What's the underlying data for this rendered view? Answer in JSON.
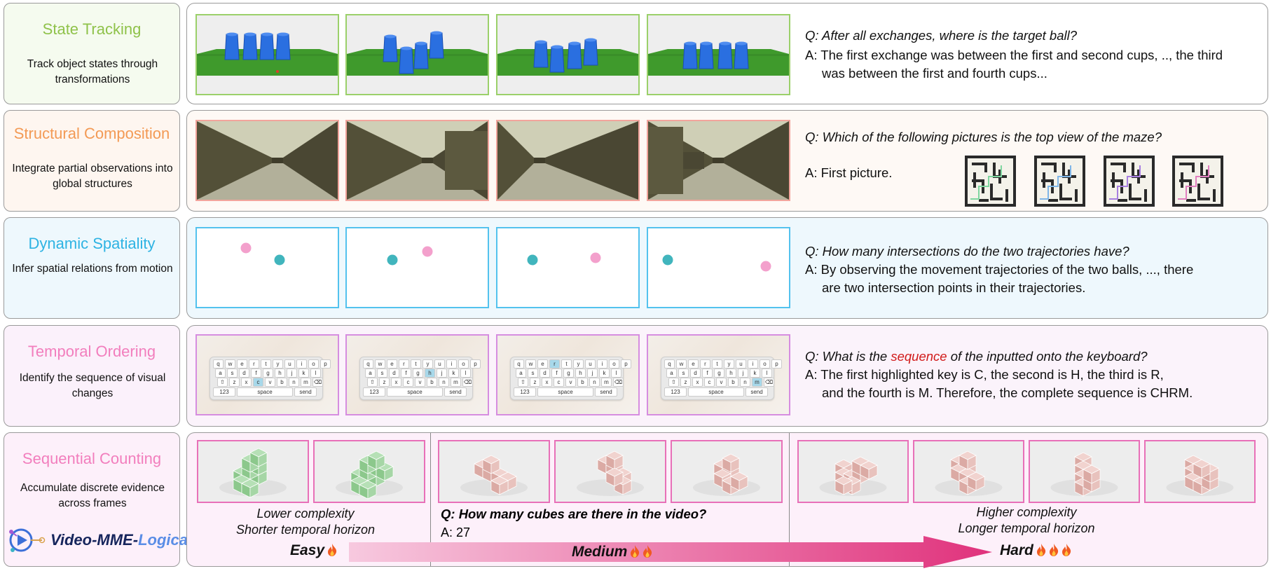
{
  "rows": [
    {
      "id": "state",
      "title": "State Tracking",
      "title_color": "#8fc24a",
      "desc": "Track object states through transformations",
      "border": "#9bd06a",
      "bg": "#f5fbef",
      "question": "Q: After all exchanges, where is the target ball?",
      "answer_line1": "A: The first exchange was between the first and second cups, .., the third",
      "answer_line2": "was between the first and fourth cups..."
    },
    {
      "id": "struct",
      "title": "Structural Composition",
      "title_color": "#f39a55",
      "desc": "Integrate partial observations into global structures",
      "border": "#f2a49c",
      "bg": "#fef6f0",
      "question": "Q: Which of the following pictures is the top view of the maze?",
      "answer_line1": "A: First picture."
    },
    {
      "id": "dynamic",
      "title": "Dynamic Spatiality",
      "title_color": "#2eb3e3",
      "desc": "Infer spatial relations from motion",
      "border": "#53c2ee",
      "bg": "#eef8fd",
      "question": "Q: How many intersections do the two trajectories have?",
      "answer_line1": "A: By observing the movement trajectories of the two balls, ..., there",
      "answer_line2": "are two intersection points in their trajectories."
    },
    {
      "id": "temporal",
      "title": "Temporal Ordering",
      "title_color": "#f27ebd",
      "desc": "Identify the sequence of visual changes",
      "border": "#d68de0",
      "bg": "#fbf1fb",
      "question_pre": "Q: What is the ",
      "question_hl": "sequence",
      "question_post": " of the inputted onto the keyboard?",
      "answer_line1": "A: The first highlighted key is C, the second is H, the third is R,",
      "answer_line2": "and the fourth is M. Therefore, the complete sequence is CHRM."
    },
    {
      "id": "counting",
      "title": "Sequential Counting",
      "title_color": "#f27ebd",
      "desc": "Accumulate discrete evidence across frames",
      "border": "#e870b8",
      "bg": "#fdf0fa"
    }
  ],
  "counting": {
    "easy_l1": "Lower complexity",
    "easy_l2": "Shorter temporal horizon",
    "question": "Q: How many cubes are there in the video?",
    "answer": "A: 27",
    "hard_l1": "Higher complexity",
    "hard_l2": "Longer temporal horizon",
    "easy": "Easy",
    "medium": "Medium",
    "hard": "Hard"
  },
  "keyboard": {
    "row1": [
      "q",
      "w",
      "e",
      "r",
      "t",
      "y",
      "u",
      "i",
      "o",
      "p"
    ],
    "row2": [
      "a",
      "s",
      "d",
      "f",
      "g",
      "h",
      "j",
      "k",
      "l"
    ],
    "row3": [
      "⇧",
      "z",
      "x",
      "c",
      "v",
      "b",
      "n",
      "m",
      "⌫"
    ],
    "bottom": [
      "123",
      "space",
      "send"
    ],
    "highlighted": [
      "c",
      "h",
      "r",
      "m"
    ]
  },
  "logo": {
    "part1": "Video-MME-",
    "part2": "Logical"
  },
  "colors": {
    "table_green": "#3f9a2c",
    "cup_blue": "#2a6fe0",
    "ball_pink": "#f3a0cc",
    "ball_teal": "#41b5bd",
    "maze_dark": "#2a2a2a",
    "arrow_pink": "#e0327c"
  }
}
